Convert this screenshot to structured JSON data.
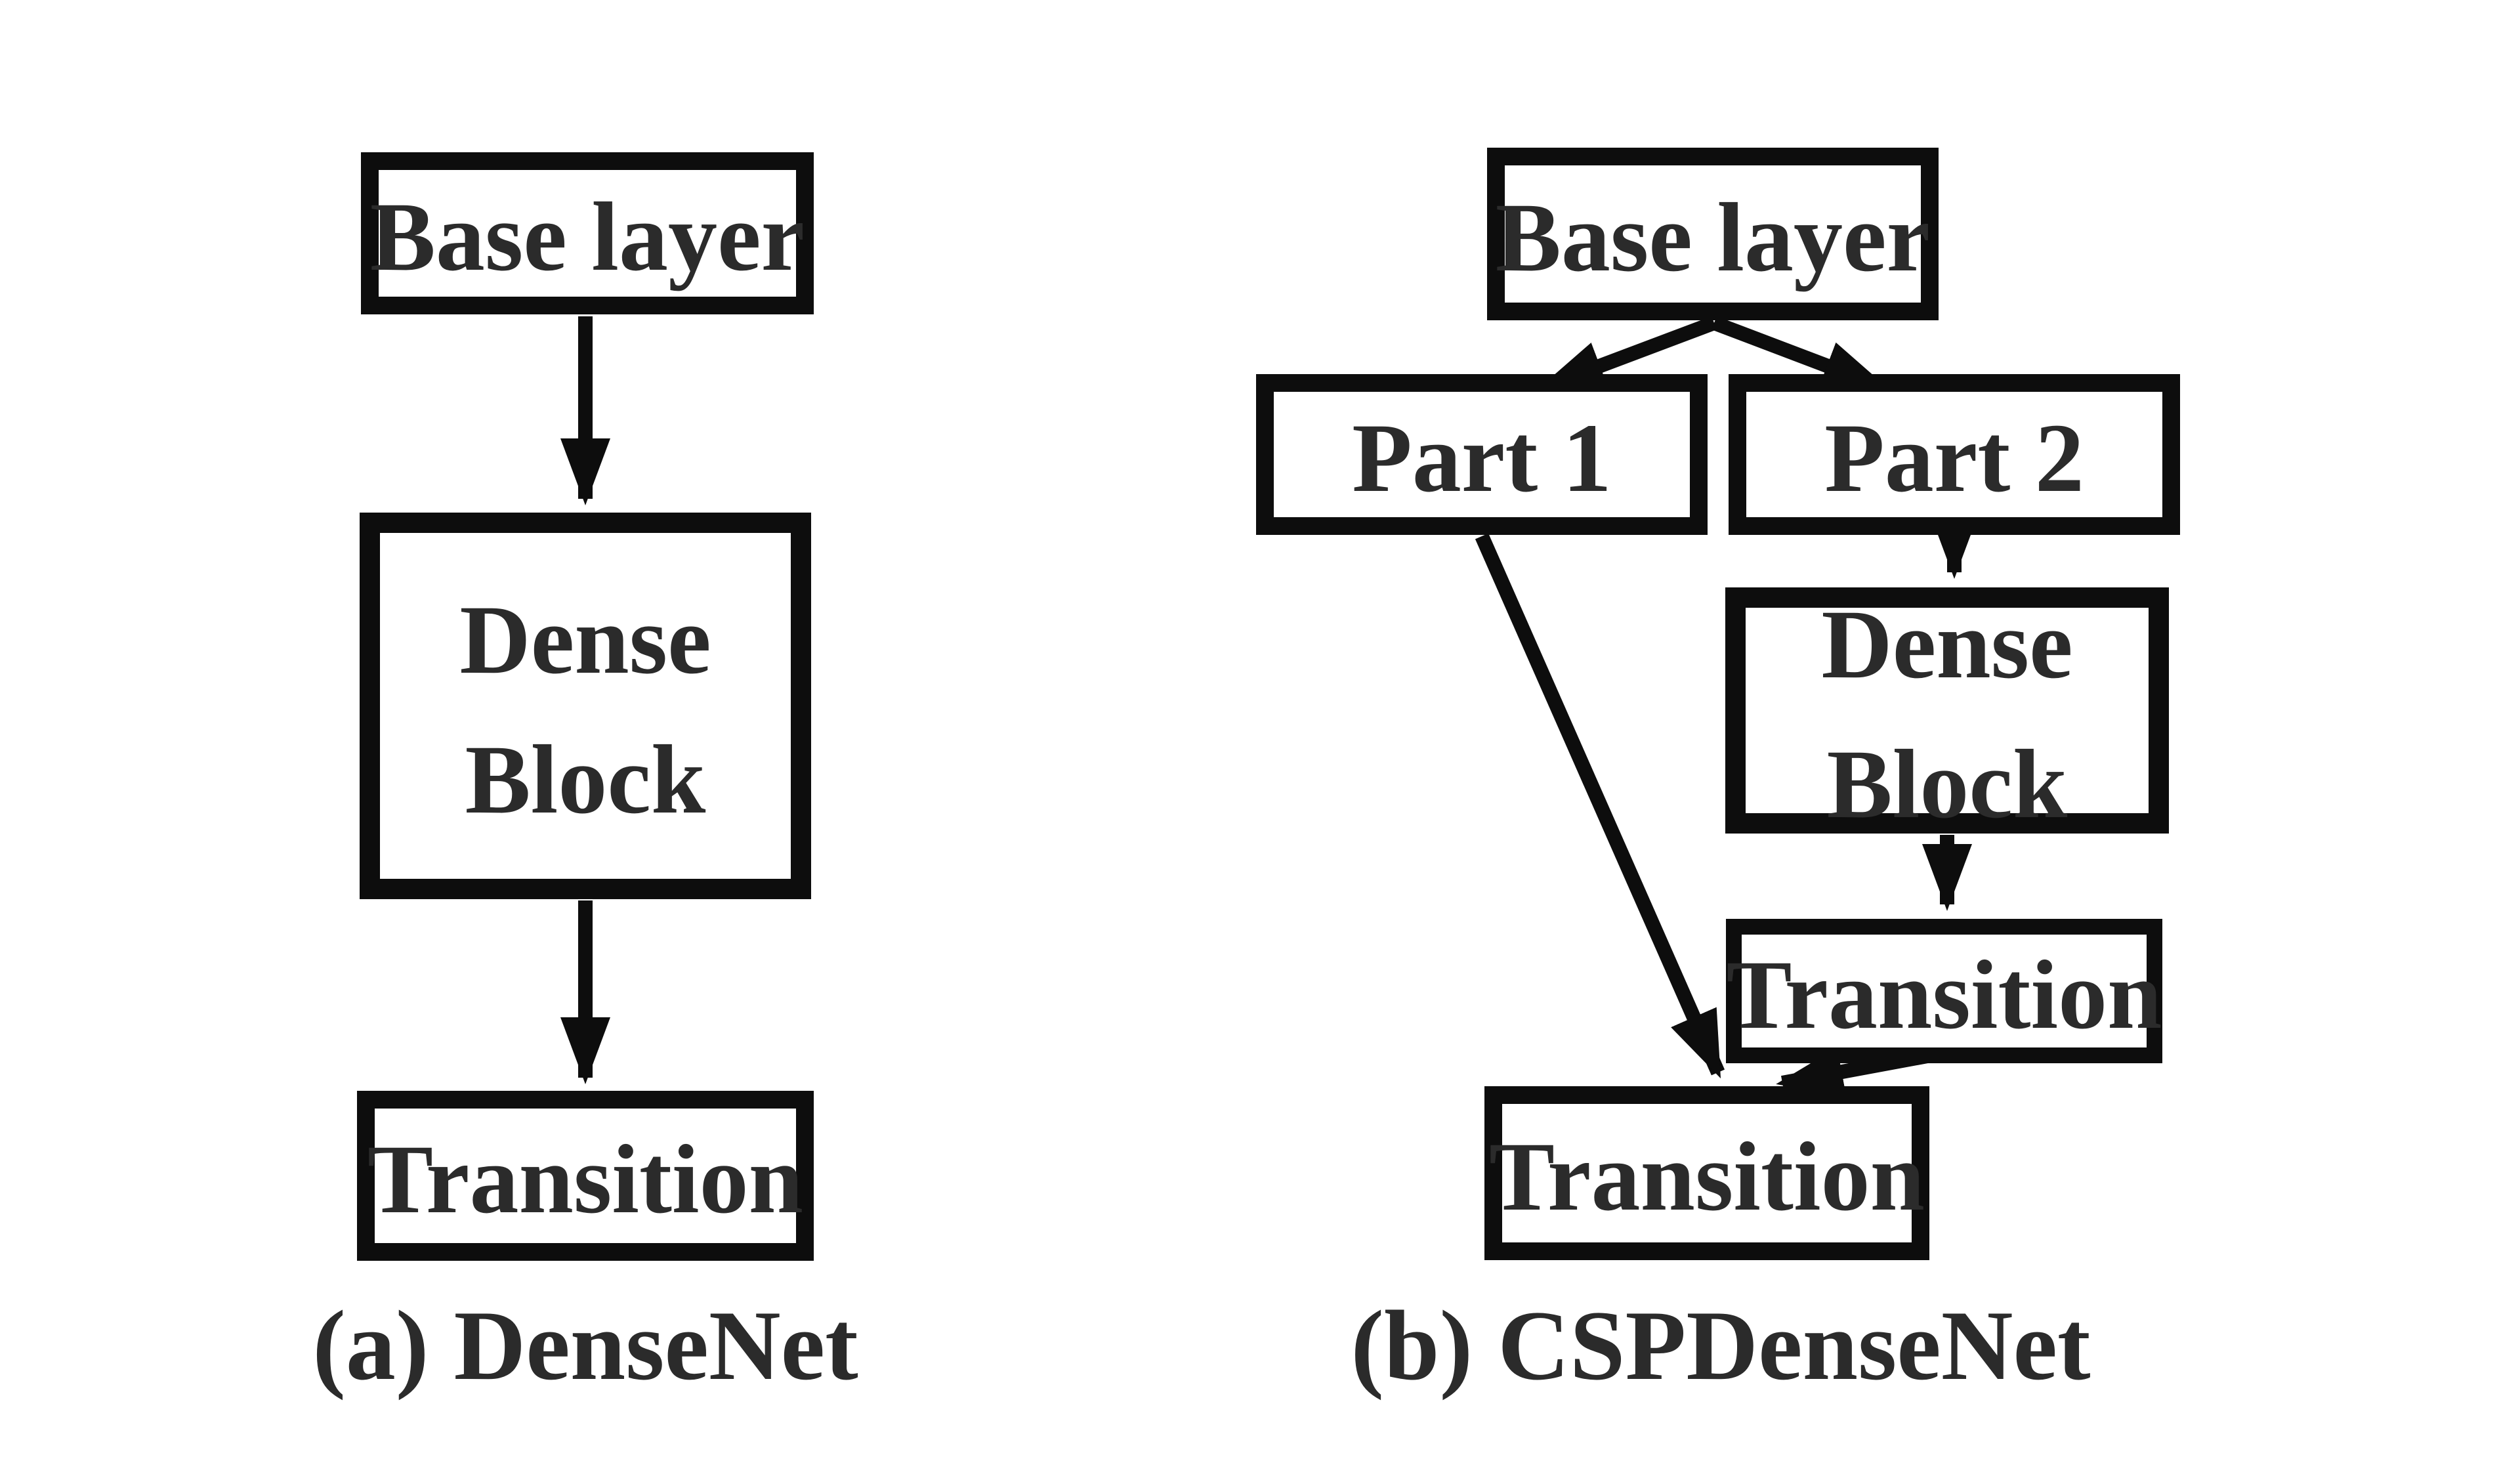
{
  "figure": {
    "background_color": "#ffffff",
    "line_color": "#0d0d0d",
    "text_color": "#2b2b2b"
  },
  "diagram_a": {
    "caption": "(a) DenseNet",
    "nodes": {
      "base_layer": "Base layer",
      "dense_block": "Dense\nBlock",
      "transition": "Transition"
    }
  },
  "diagram_b": {
    "caption": "(b) CSPDenseNet",
    "nodes": {
      "base_layer": "Base layer",
      "part_1": "Part 1",
      "part_2": "Part 2",
      "dense_block": "Dense\nBlock",
      "transition_partial": "Transition",
      "transition_merge": "Transition"
    }
  }
}
